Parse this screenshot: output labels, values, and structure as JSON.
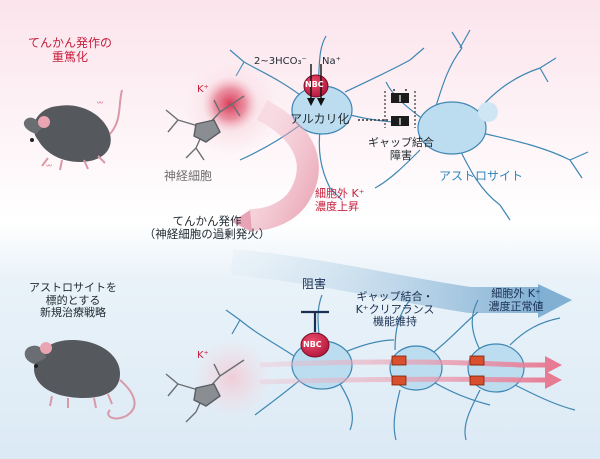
{
  "top_panel": {
    "title_line1": "てんかん発作の",
    "title_line2": "重篤化",
    "k_ion": "K⁺",
    "hco3": "2~3HCO₃⁻",
    "na": "Na⁺",
    "nbc": "NBC",
    "alkalization": "アルカリ化",
    "gap_junction_line1": "ギャップ結合",
    "gap_junction_line2": "障害",
    "neuron": "神経細胞",
    "astrocyte": "アストロサイト",
    "extracellular_line1": "細胞外 K⁺",
    "extracellular_line2": "濃度上昇"
  },
  "middle": {
    "seizure_line1": "てんかん発作",
    "seizure_line2": "（神経細胞の過剰発火）"
  },
  "bottom_panel": {
    "title_line1": "アストロサイトを",
    "title_line2": "標的とする",
    "title_line3": "新規治療戦略",
    "inhibition": "阻害",
    "nbc": "NBC",
    "k_ion": "K⁺",
    "gap_line1": "ギャップ結合・",
    "gap_line2": "K⁺クリアランス",
    "gap_line3": "機能維持",
    "normal_line1": "細胞外 K⁺",
    "normal_line2": "濃度正常値"
  },
  "colors": {
    "top_bg": "#fbe9ef",
    "bottom_bg": "#e7f1f8",
    "astrocyte": "#bcdcef",
    "astrocyte_stroke": "#3f87b3",
    "accent_red": "#c6203e"
  }
}
